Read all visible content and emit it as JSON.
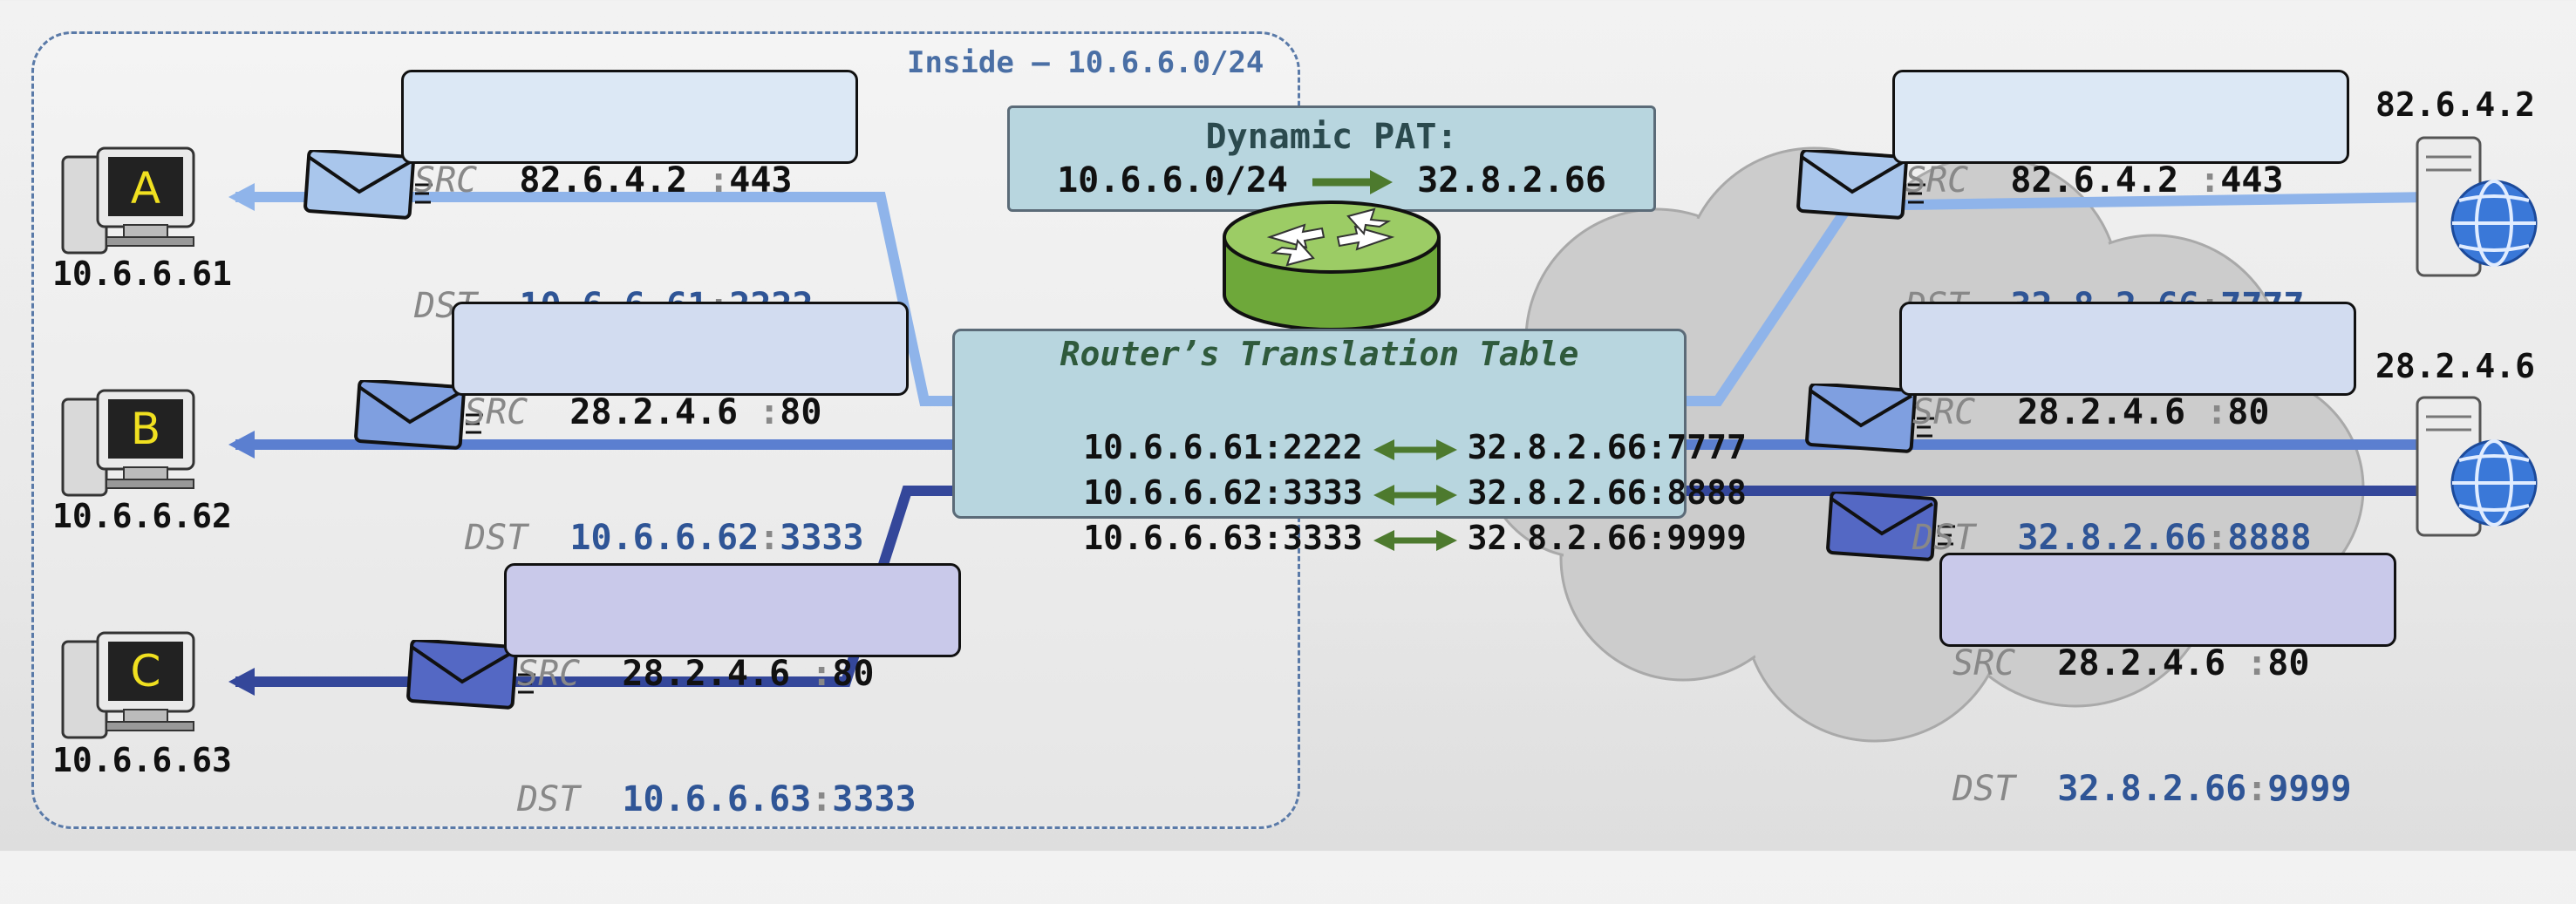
{
  "inside_label": "Inside – 10.6.6.0/24",
  "pat": {
    "title": "Dynamic PAT:",
    "inside_net": "10.6.6.0/24",
    "outside_ip": "32.8.2.66"
  },
  "table": {
    "title": "Router’s Translation Table",
    "rows": [
      {
        "inside": "10.6.6.61:2222",
        "outside": "32.8.2.66:7777"
      },
      {
        "inside": "10.6.6.62:3333",
        "outside": "32.8.2.66:8888"
      },
      {
        "inside": "10.6.6.63:3333",
        "outside": "32.8.2.66:9999"
      }
    ]
  },
  "hosts": [
    {
      "letter": "A",
      "ip": "10.6.6.61"
    },
    {
      "letter": "B",
      "ip": "10.6.6.62"
    },
    {
      "letter": "C",
      "ip": "10.6.6.63"
    }
  ],
  "servers": [
    {
      "ip": "82.6.4.2"
    },
    {
      "ip": "28.2.4.6"
    }
  ],
  "packets": {
    "inside_a": {
      "src_key": "SRC",
      "dst_key": "DST",
      "src_ip": "82.6.4.2 ",
      "src_port": "443",
      "dst_ip": "10.6.6.61",
      "dst_port": "2222"
    },
    "inside_b": {
      "src_key": "SRC",
      "dst_key": "DST",
      "src_ip": "28.2.4.6 ",
      "src_port": "80",
      "dst_ip": "10.6.6.62",
      "dst_port": "3333"
    },
    "inside_c": {
      "src_key": "SRC",
      "dst_key": "DST",
      "src_ip": "28.2.4.6 ",
      "src_port": "80",
      "dst_ip": "10.6.6.63",
      "dst_port": "3333"
    },
    "outside_a": {
      "src_key": "SRC",
      "dst_key": "DST",
      "src_ip": "82.6.4.2 ",
      "src_port": "443",
      "dst_ip": "32.8.2.66",
      "dst_port": "7777"
    },
    "outside_b": {
      "src_key": "SRC",
      "dst_key": "DST",
      "src_ip": "28.2.4.6 ",
      "src_port": "80",
      "dst_ip": "32.8.2.66",
      "dst_port": "8888"
    },
    "outside_c": {
      "src_key": "SRC",
      "dst_key": "DST",
      "src_ip": "28.2.4.6 ",
      "src_port": "80",
      "dst_ip": "32.8.2.66",
      "dst_port": "9999"
    }
  },
  "colors": {
    "flow_a": "#8fb4ea",
    "flow_b": "#5b7fd0",
    "flow_c": "#34479a",
    "router": "#7cb342",
    "cloud": "#cfcfcf"
  },
  "icons": {
    "host": "desktop-computer-icon",
    "server": "web-server-icon",
    "router": "router-icon",
    "packet": "envelope-icon",
    "cloud": "internet-cloud-icon"
  }
}
